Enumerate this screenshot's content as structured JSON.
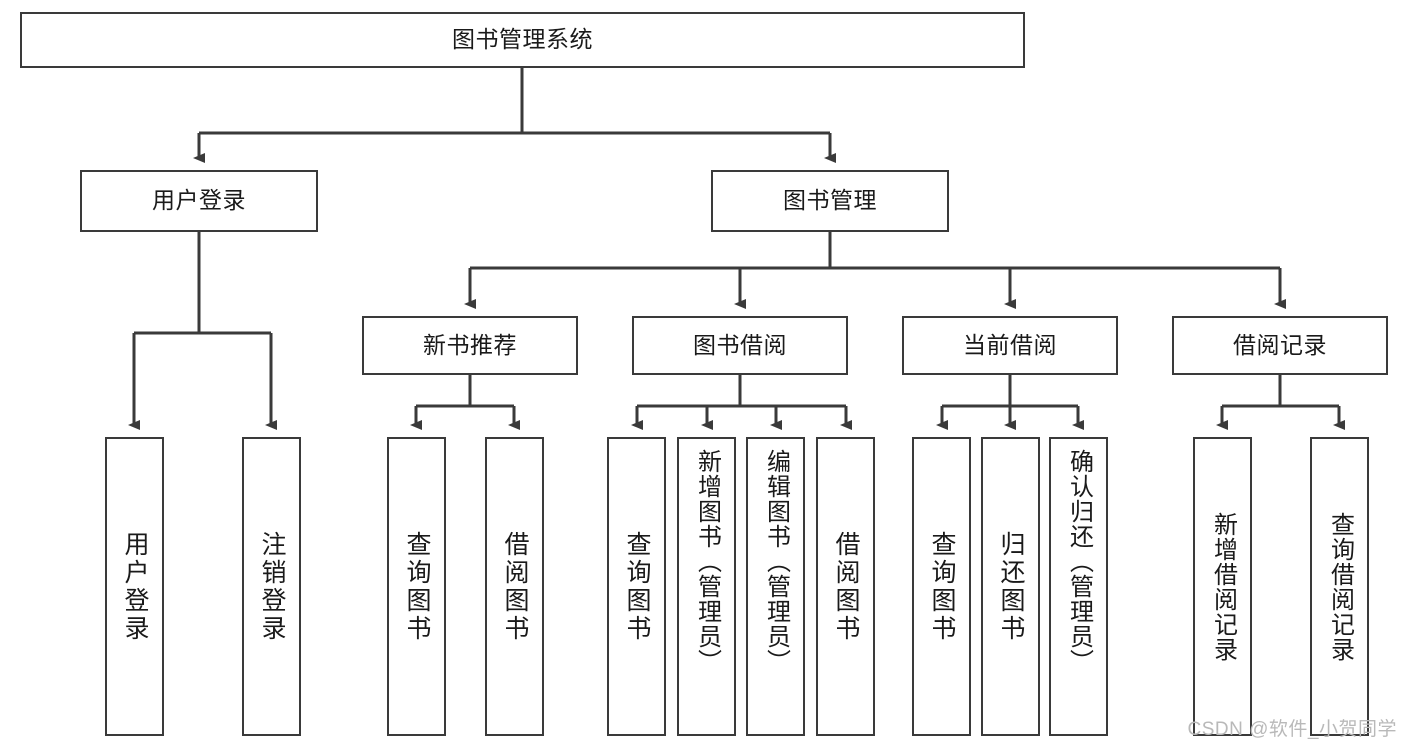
{
  "diagram": {
    "type": "tree",
    "title": "图书管理系统",
    "watermark": "CSDN @软件_小贺同学",
    "root": {
      "id": "root",
      "label": "图书管理系统"
    },
    "level2": [
      {
        "id": "user-login",
        "label": "用户登录"
      },
      {
        "id": "book-manage",
        "label": "图书管理"
      }
    ],
    "level3": [
      {
        "id": "new-book-recommend",
        "label": "新书推荐",
        "parent": "book-manage"
      },
      {
        "id": "book-borrow",
        "label": "图书借阅",
        "parent": "book-manage"
      },
      {
        "id": "current-borrow",
        "label": "当前借阅",
        "parent": "book-manage"
      },
      {
        "id": "borrow-record",
        "label": "借阅记录",
        "parent": "book-manage"
      }
    ],
    "leaves": [
      {
        "id": "leaf-user-login",
        "label": "用户登录",
        "parent": "user-login"
      },
      {
        "id": "leaf-logout-login",
        "label": "注销登录",
        "parent": "user-login"
      },
      {
        "id": "leaf-query-book-1",
        "label": "查询图书",
        "parent": "new-book-recommend"
      },
      {
        "id": "leaf-borrow-book-1",
        "label": "借阅图书",
        "parent": "new-book-recommend"
      },
      {
        "id": "leaf-query-book-2",
        "label": "查询图书",
        "parent": "book-borrow"
      },
      {
        "id": "leaf-add-book",
        "label": "新增图书（管理员）",
        "parent": "book-borrow"
      },
      {
        "id": "leaf-edit-book",
        "label": "编辑图书（管理员）",
        "parent": "book-borrow"
      },
      {
        "id": "leaf-borrow-book-2",
        "label": "借阅图书",
        "parent": "book-borrow"
      },
      {
        "id": "leaf-query-book-3",
        "label": "查询图书",
        "parent": "current-borrow"
      },
      {
        "id": "leaf-return-book",
        "label": "归还图书",
        "parent": "current-borrow"
      },
      {
        "id": "leaf-confirm-return",
        "label": "确认归还（管理员）",
        "parent": "current-borrow"
      },
      {
        "id": "leaf-add-record",
        "label": "新增借阅记录",
        "parent": "borrow-record"
      },
      {
        "id": "leaf-query-record",
        "label": "查询借阅记录",
        "parent": "borrow-record"
      }
    ],
    "colors": {
      "stroke": "#3a3a3a",
      "fill": "#ffffff",
      "text": "#1a1a1a",
      "watermark": "#b9b9b9"
    }
  }
}
